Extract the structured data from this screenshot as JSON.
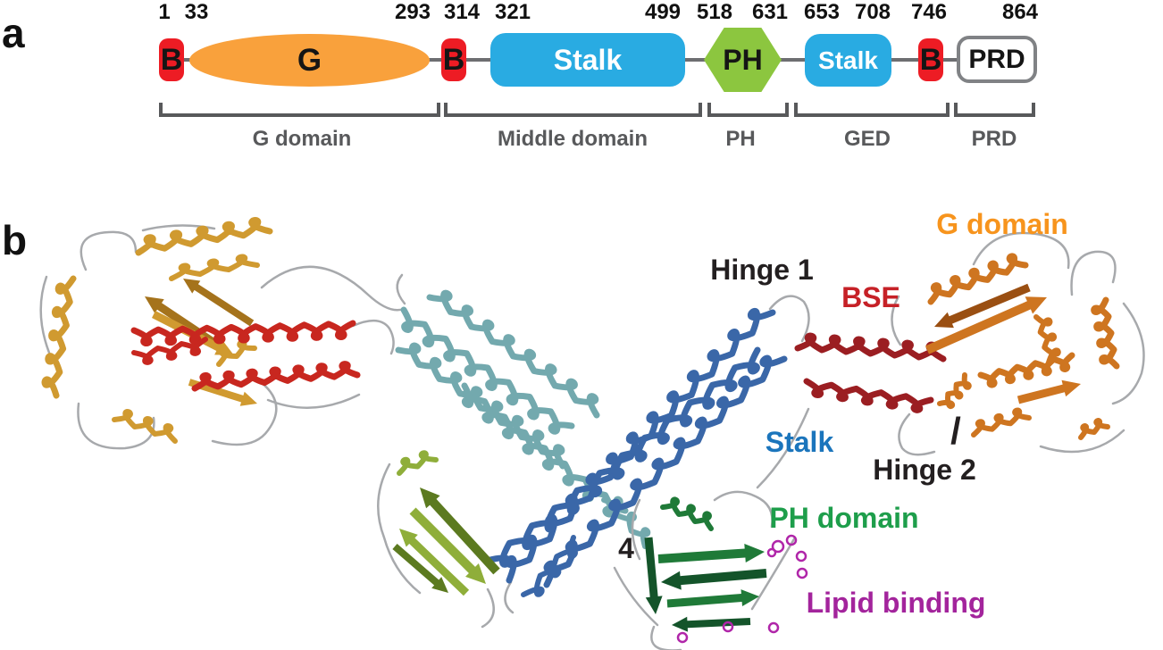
{
  "figure": {
    "panel_a_letter": "a",
    "panel_b_letter": "b"
  },
  "panel_a": {
    "residue_numbers": [
      {
        "text": "1"
      },
      {
        "text": "33"
      },
      {
        "text": "293"
      },
      {
        "text": "314"
      },
      {
        "text": "321"
      },
      {
        "text": "499"
      },
      {
        "text": "518"
      },
      {
        "text": "631"
      },
      {
        "text": "653"
      },
      {
        "text": "708"
      },
      {
        "text": "746"
      },
      {
        "text": "864"
      }
    ],
    "domains": [
      {
        "label": "B"
      },
      {
        "label": "G"
      },
      {
        "label": "B"
      },
      {
        "label": "Stalk"
      },
      {
        "label": "PH"
      },
      {
        "label": "Stalk"
      },
      {
        "label": "B"
      },
      {
        "label": "PRD"
      }
    ],
    "brackets": [
      {
        "label": "G domain"
      },
      {
        "label": "Middle domain"
      },
      {
        "label": "PH"
      },
      {
        "label": "GED"
      },
      {
        "label": "PRD"
      }
    ]
  },
  "panel_b": {
    "annotations": [
      {
        "text": "Hinge 1",
        "color": "#231F20"
      },
      {
        "text": "G domain",
        "color": "#F7941D"
      },
      {
        "text": "BSE",
        "color": "#C62127"
      },
      {
        "text": "Stalk",
        "color": "#1B75BC"
      },
      {
        "text": "/",
        "color": "#231F20"
      },
      {
        "text": "Hinge 2",
        "color": "#231F20"
      },
      {
        "text": "PH domain",
        "color": "#1E9E4B"
      },
      {
        "text": "4",
        "color": "#231F20"
      },
      {
        "text": "Lipid binding",
        "color": "#A3249C"
      }
    ]
  },
  "colors": {
    "domain_red": "#ED1C24",
    "domain_orange": "#F9A13C",
    "domain_cyan": "#29ABE2",
    "domain_green": "#8CC63F",
    "prd_border": "#808285",
    "connector_gray": "#6D6E71",
    "bracket_gray": "#58595B",
    "label_black": "#231F20",
    "label_orange": "#F7941D",
    "label_red": "#C62127",
    "label_blue": "#1B75BC",
    "label_green": "#1E9E4B",
    "label_purple": "#A3249C",
    "ribbon_gold": "#D09A30",
    "ribbon_gold_dark": "#A5731C",
    "ribbon_red": "#C8271F",
    "ribbon_teal": "#73A9AE",
    "ribbon_blue": "#3A67A8",
    "ribbon_olive": "#8FAE3A",
    "ribbon_olive_dark": "#5C7A20",
    "ribbon_green": "#1F7A38",
    "ribbon_green_dark": "#14542A",
    "ribbon_darkred": "#9B1E22",
    "ribbon_orange": "#CE7520",
    "ribbon_orange_dark": "#9A4F12",
    "ribbon_loop": "#A7A9AC",
    "lipid_purple": "#B026A9"
  }
}
